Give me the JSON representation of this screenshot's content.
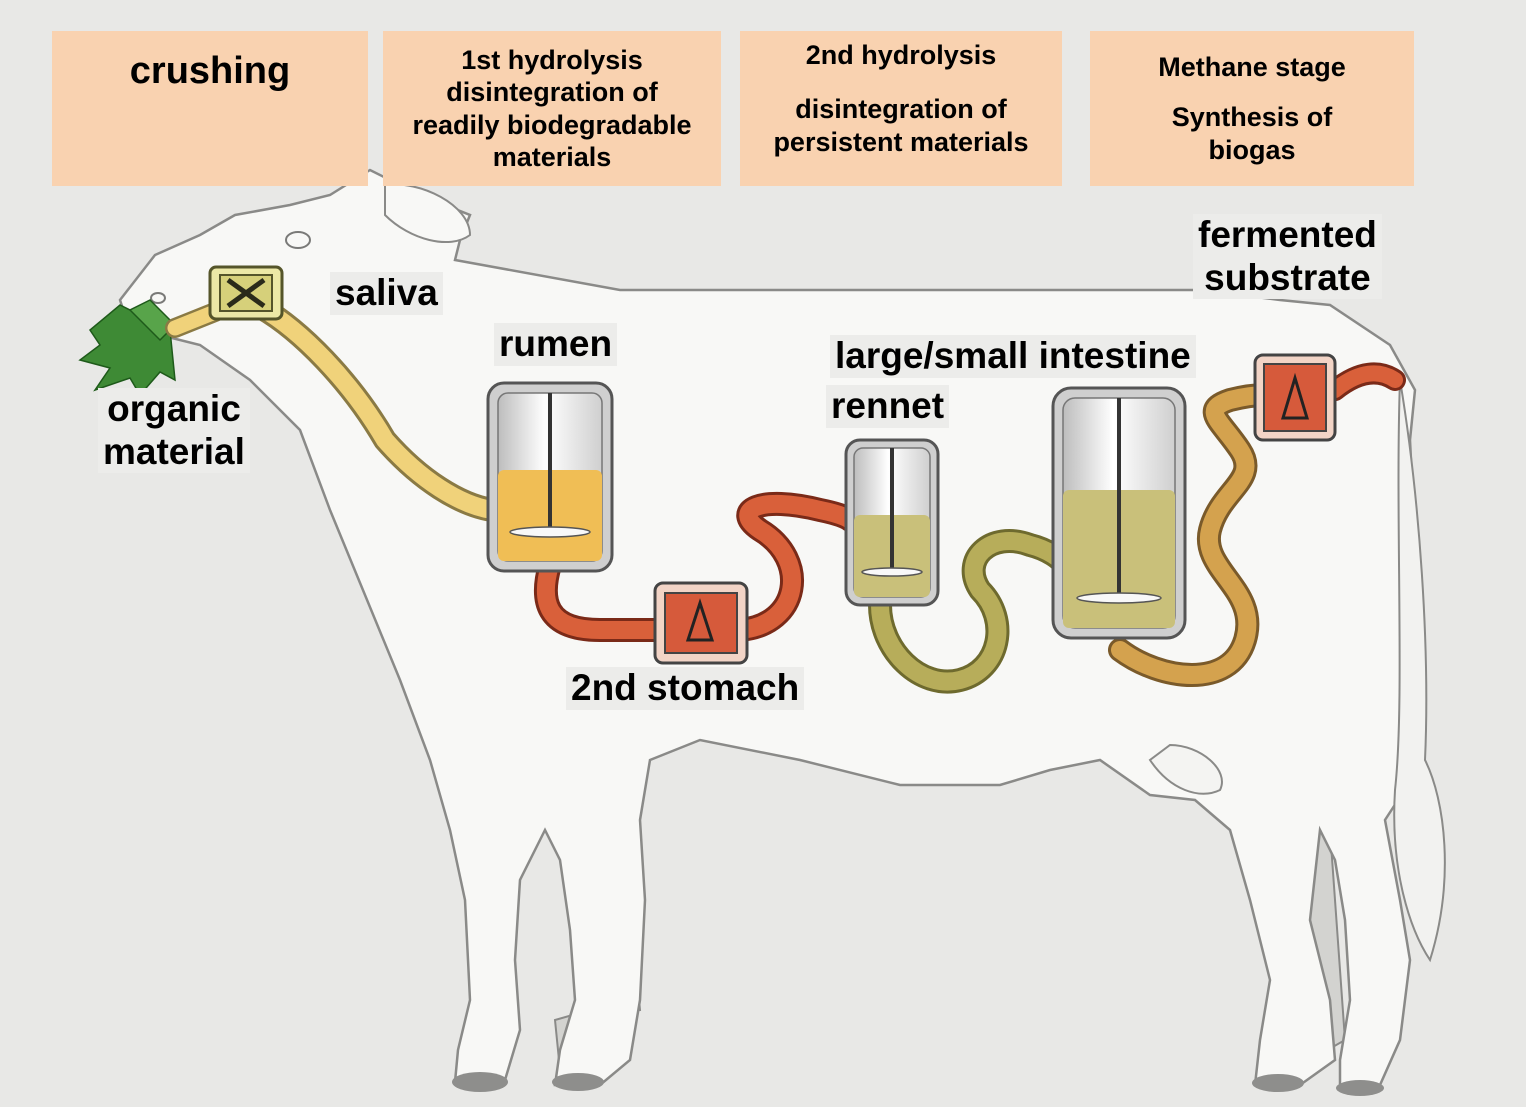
{
  "stages": [
    {
      "id": "crushing",
      "lines": [
        "crushing"
      ]
    },
    {
      "id": "first-hydrolysis",
      "lines": [
        "1st hydrolysis",
        "disintegration  of",
        "readily biodegradable",
        "materials"
      ]
    },
    {
      "id": "second-hydrolysis",
      "lines": [
        "2nd hydrolysis",
        "disintegration  of",
        "persistent materials"
      ]
    },
    {
      "id": "methane-stage",
      "lines": [
        "Methane stage",
        "Synthesis of",
        "biogas"
      ]
    }
  ],
  "labels": {
    "saliva": "saliva",
    "rumen": "rumen",
    "organic_material": [
      "organic",
      "material"
    ],
    "large_small_intestine": "large/small intestine",
    "rennet": "rennet",
    "second_stomach": "2nd stomach",
    "fermented_substrate": [
      "fermented",
      "substrate"
    ]
  },
  "colors": {
    "header_box": "#f9d2b0",
    "background": "#e8e8e6",
    "cow_fill": "#f8f8f6",
    "leg_shade": "#cfcfcc",
    "tube_yellow": "#f0d27a",
    "tube_red": "#d9603a",
    "tube_olive": "#b7ad5a",
    "liquid_orange": "#f0be55",
    "liquid_olive": "#c9c07a",
    "pump_red": "#d65a3b",
    "plant_green": "#3e8a35"
  },
  "icons": [
    "crusher-icon",
    "pump-icon",
    "mixer-tank-icon",
    "plant-icon"
  ]
}
